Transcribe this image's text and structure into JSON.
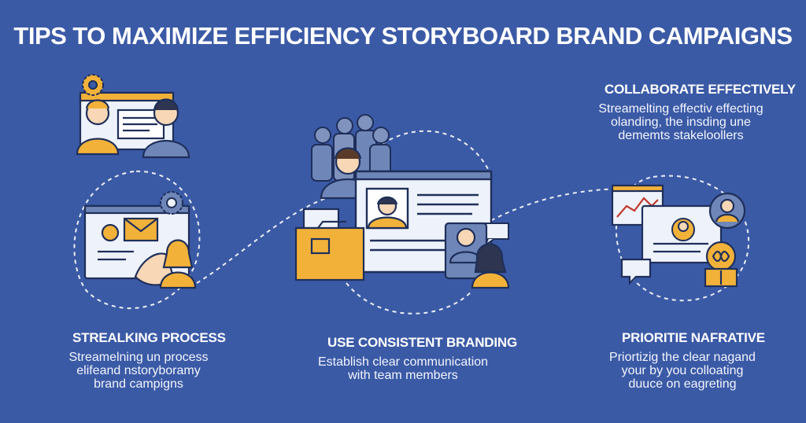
{
  "title": "TIPS TO MAXIMIZE EFFICIENCY STORYBOARD BRAND CAMPAIGNS",
  "colors": {
    "background": "#3b5aa6",
    "accent_yellow": "#f2b23a",
    "outline": "#1f2f5a",
    "panel": "#eef2fa",
    "person_blue": "#6f87b8"
  },
  "sections": {
    "collaborate": {
      "heading": "COLLABORATE EFFECTIVELY",
      "lines": [
        "Streamelting effectiv effecting",
        "olanding, the insding une",
        "dememts stakeloollers"
      ]
    },
    "streamline": {
      "heading": "STREALKING PROCESS",
      "lines": [
        "Streamelning un process",
        "elifeand nstoryboramy",
        "brand campigns"
      ]
    },
    "branding": {
      "heading": "USE CONSISTENT BRANDING",
      "lines": [
        "Establish clear communication",
        "with team members"
      ]
    },
    "narrative": {
      "heading": "PRIORITIE NAFRATIVE",
      "lines": [
        "Priortizig the clear nagand",
        "your by you colloating",
        "duuce on eagreting"
      ]
    }
  },
  "icons": [
    "gear-icon",
    "browser-window-icon",
    "person-icon",
    "envelope-icon",
    "hand-icon",
    "team-icon",
    "monitor-icon",
    "chart-icon",
    "chat-bubble-icon",
    "infinity-icon"
  ]
}
